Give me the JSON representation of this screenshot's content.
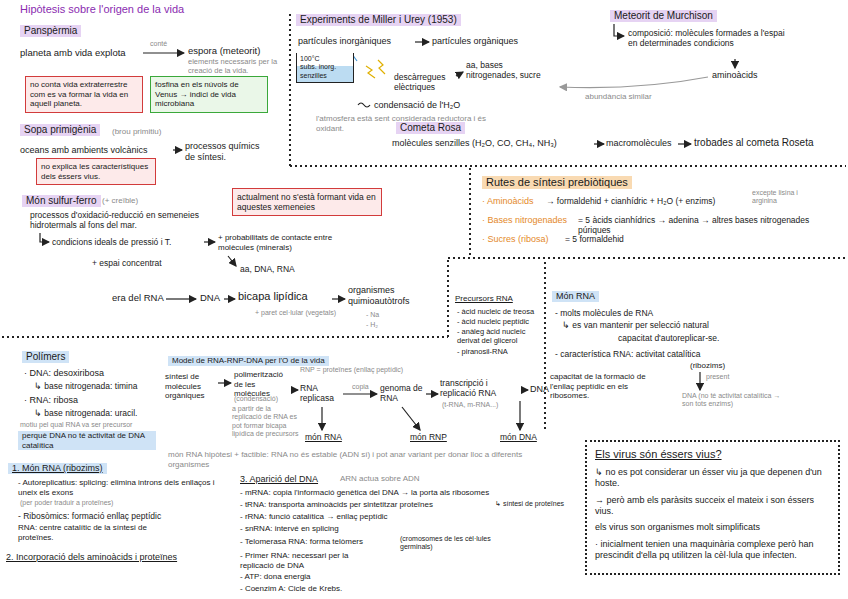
{
  "diagram": {
    "title": "Hipòtesis sobre l'origen de la vida",
    "nodes": [
      {
        "text": [
          "Panspèrmia"
        ]
      },
      {
        "text": [
          "no conta vida extraterrestre com es va formar la vida en aquell planeta."
        ]
      },
      {
        "text": [
          "fosfina en els núvols de Venus → indici de vida microbiana"
        ]
      },
      {
        "text": [
          "Sopa primigènia"
        ]
      },
      {
        "text": [
          "no explica les característiques dels éssers vius."
        ]
      },
      {
        "text": [
          "Món sulfur-ferro"
        ]
      },
      {
        "text": [
          "actualment no s'està formant vida en aquestes xemeneies"
        ]
      },
      {
        "text": [
          "Experiments de Miller i Urey (1953)"
        ]
      },
      {
        "text": [
          "100°C",
          "subs. inorg. senzilles"
        ]
      },
      {
        "text": [
          "Meteorit de Murchison"
        ]
      },
      {
        "text": [
          "Cometa Rosa"
        ]
      },
      {
        "text": [
          "Rutes de síntesi prebiòtiques"
        ]
      },
      {
        "text": [
          "Món RNA"
        ]
      },
      {
        "text": [
          "Polímers"
        ]
      },
      {
        "text": [
          "perquè DNA no té activitat de DNA catalítica"
        ]
      },
      {
        "text": [
          "1. Món RNA (ribozims)"
        ]
      },
      {
        "text": [
          "Model de RNA-RNP-DNA per l'O de la vida"
        ]
      },
      {
        "text": [
          "Els virus són éssers vius?",
          "↳ no es pot considerar un ésser viu ja que depenen d'un hoste.",
          "→ però amb els paràsits succeix el mateix i son éssers vius.",
          "els virus son organismes molt simplificats",
          "· inicialment tenien una maquinària complexe però han prescindit d'ella pq utilitzen la cèl·lula que infecten."
        ]
      }
    ],
    "labels": [
      "conté",
      "planeta amb vida explota",
      "espora (meteorit)",
      "elements necessaris per la creació de la vida.",
      "(brou primitiu)",
      "oceans amb ambients volcànics",
      "processos químics de síntesi.",
      "(+ creïble)",
      "processos d'oxidació-reducció en semeneies hidrotermals al fons del mar.",
      "condicions ideals de pressió i T.",
      "+ espai concentrat",
      "+ probabilitats de contacte entre molècules (minerals)",
      "aa, DNA, RNA",
      "era del RNA",
      "DNA",
      "bicapa lipídica",
      "organismes quimioautòtrofs",
      "+ paret cel·lular (vegetals)",
      "- Na",
      "- H₂",
      "partícules inorgàniques",
      "partícules orgàniques",
      "descàrregues elèctriques",
      "aa, bases nitrogenades, sucre",
      "condensació de l'H₂O",
      "l'atmosfera està sent considerada reductora i és oxidant.",
      "composició: molècules formades a l'espai en determinades condicions",
      "aminoàcids",
      "abundància similar",
      "molècules senzilles (H₂O, CO, CH₄, NH₃)",
      "macromolècules",
      "trobades al cometa Roseta",
      "· Aminoàcids",
      "→ formaldehid + cianhídric + H₂O (+ enzims)",
      "excepte lisina i arginina",
      "· Bases nitrogenades",
      "= 5 àcids cianhídrics → adenina → altres bases nitrogenades púriques",
      "· Sucres (ribosa)",
      "= 5 formaldehid",
      "Precursors RNA",
      "- àcid nucleic de treosa",
      "- àcid nucleic peptídic",
      "- anàleg àcid nucleic derivat del glicerol",
      "- piranosil-RNA",
      "- molts molècules de RNA",
      "↳ es van mantenir per selecció natural",
      "capacitat d'autoreplicar-se.",
      "- característica RNA: activitat catalítica",
      "(ribozims)",
      "capacitat de la formació de l'enllaç peptídic en els ribosomes.",
      "present",
      "DNA (no té activitat catalítica → son tots enzims)",
      "· DNA: desoxiribosa",
      "↳ base nitrogenada: timina",
      "· RNA: ribosa",
      "↳ base nitrogenada: uracil.",
      "motiu pel qual RNA va ser precursor",
      "- Autoreplicatius: splicing: elimina introns dels enllaços i uneix els exons",
      "(per poder traduir a proteïnes)",
      "- Ribosòmics: formació enllaç peptídic",
      "RNA: centre catalític de la síntesi de proteïnes.",
      "2. Incorporació dels aminoàcids i proteïnes",
      "síntesi de molècules orgàniques",
      "polimerització de les molècules",
      "(condensació)",
      "RNP = proteïnes (enllaç peptídic)",
      "RNA replicasa",
      "copia",
      "genoma de RNA",
      "transcripció i replicació RNA",
      "(t-RNA, m-RNA...)",
      "DNA",
      "a partir de la replicació de RNA es pot formar bicapa lipídica de precursors",
      "món RNA",
      "món RNP",
      "món DNA",
      "món RNA hipòtesi + factible: RNA no és estable (ADN sí) i pot anar variant per donar lloc a diferents organismes",
      "3. Aparició del DNA",
      "ARN actua sobre ADN",
      "- mRNA: copia l'informació genètica del DNA → la porta als ribosomes",
      "- tRNA: transporta aminoàcids per sintetitzar proteïnes",
      "↳ síntesi de proteïnes",
      "- rRNA: funció catalítica → enllaç peptídic",
      "- snRNA: intervé en splicing",
      "- Telomerasa RNA: forma telòmers",
      "(cromosomes de les cèl·lules germinals)",
      "- Primer RNA: necessari per la replicació de DNA",
      "- ATP: dona energia",
      "- Coenzim A: Cicle de Krebs."
    ]
  }
}
